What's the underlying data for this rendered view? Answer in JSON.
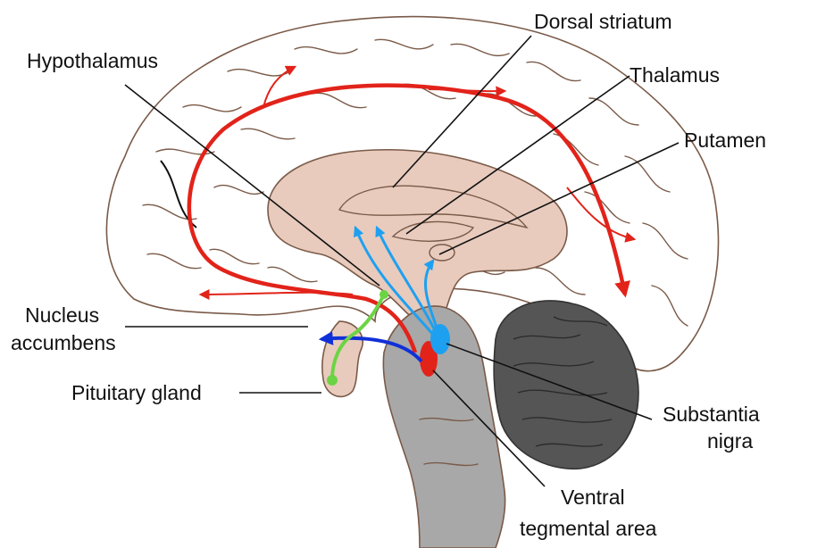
{
  "labels": {
    "dorsal_striatum": "Dorsal striatum",
    "hypothalamus": "Hypothalamus",
    "thalamus": "Thalamus",
    "putamen": "Putamen",
    "nucleus_accumbens": [
      "Nucleus",
      "accumbens"
    ],
    "pituitary_gland": "Pituitary gland",
    "substantia_nigra": [
      "Substantia",
      "nigra"
    ],
    "ventral_tegmental_area": [
      "Ventral",
      "tegmental area"
    ]
  },
  "colors": {
    "cortex_outline": "#7a5a48",
    "inner_brain_fill": "#e8cbbd",
    "brainstem_fill": "#a8a8a8",
    "cerebellum_fill": "#555555",
    "mesocortical_pathway": "#e2231a",
    "nigrostriatal_pathway": "#1ea0f0",
    "mesolimbic_pathway": "#1030d8",
    "tuberoinfundibular_pathway": "#6cd444"
  }
}
